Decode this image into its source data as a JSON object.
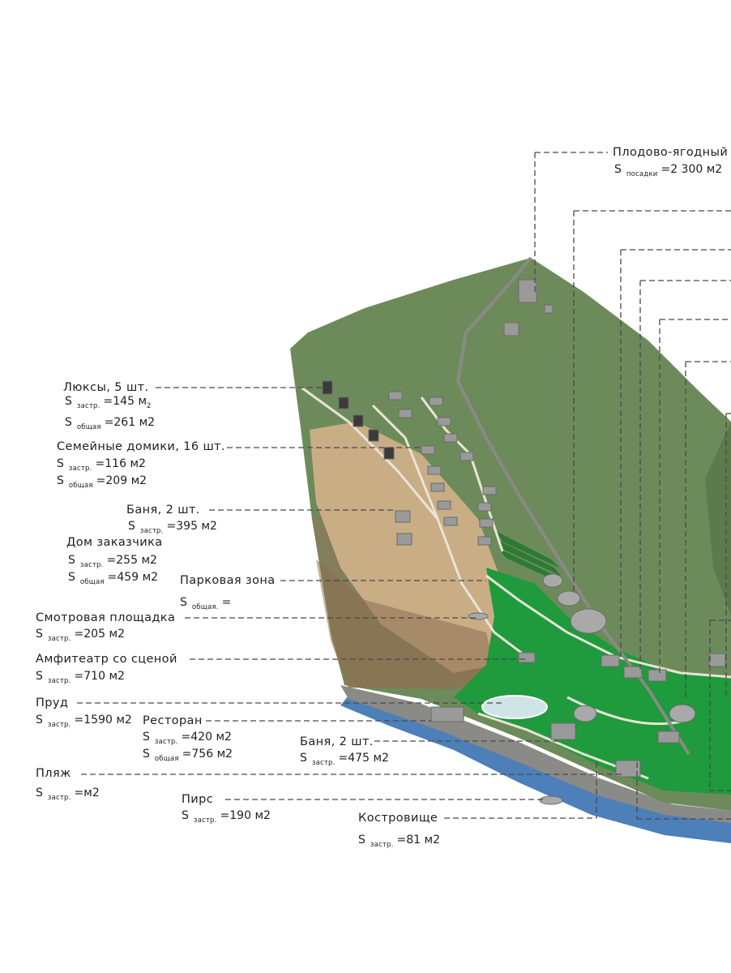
{
  "colors": {
    "terrain": "#6d8b5a",
    "terrain_dark": "#5c7a4c",
    "grass_bright": "#1f9a3c",
    "sand": "#c9ad85",
    "water": "#4d7fb8",
    "building": "#9a9a9a",
    "path": "#e9e4d6",
    "leader": "#4a4a4a"
  },
  "labels": {
    "fruit_orchard": {
      "title": "Плодово-ягодный",
      "s": "S",
      "sub": "посадки",
      "val": "=2 300 м2"
    },
    "suites": {
      "title": "Люксы, 5 шт.",
      "s1": "S",
      "sub1": "застр.",
      "val1": "=145 м",
      "val1_sub": "2",
      "s2": "S",
      "sub2": "общая",
      "val2": "=261 м2"
    },
    "family": {
      "title": "Семейные домики, 16 шт.",
      "s1": "S",
      "sub1": "застр.",
      "val1": "=116 м2",
      "s2": "S",
      "sub2": "общая",
      "val2": "=209 м2"
    },
    "bath1": {
      "title": "Баня, 2 шт.",
      "s": "S",
      "sub": "застр.",
      "val": "=395 м2"
    },
    "client_house": {
      "title": "Дом заказчика",
      "s1": "S",
      "sub1": "застр.",
      "val1": "=255 м2",
      "s2": "S",
      "sub2": "общая",
      "val2": "=459 м2"
    },
    "park": {
      "title": "Парковая зона",
      "s": "S",
      "sub": "общая.",
      "val": "="
    },
    "viewpoint": {
      "title": "Смотровая площадка",
      "s": "S",
      "sub": "застр.",
      "val": "=205 м2"
    },
    "amphitheatre": {
      "title": "Амфитеатр со сценой",
      "s": "S",
      "sub": "застр.",
      "val": "=710 м2"
    },
    "pond": {
      "title": "Пруд",
      "s": "S",
      "sub": "застр.",
      "val": "=1590 м2"
    },
    "restaurant": {
      "title": "Ресторан",
      "s1": "S",
      "sub1": "застр.",
      "val1": "=420 м2",
      "s2": "S",
      "sub2": "общая",
      "val2": "=756 м2"
    },
    "bath2": {
      "title": "Баня, 2 шт.",
      "s": "S",
      "sub": "застр.",
      "val": "=475 м2"
    },
    "beach": {
      "title": "Пляж",
      "s": "S",
      "sub": "застр.",
      "val": "=м2"
    },
    "pier": {
      "title": "Пирс",
      "s": "S",
      "sub": "застр.",
      "val": "=190 м2"
    },
    "firepit": {
      "title": "Костровище",
      "s": "S",
      "sub": "застр.",
      "val": "=81 м2"
    }
  }
}
